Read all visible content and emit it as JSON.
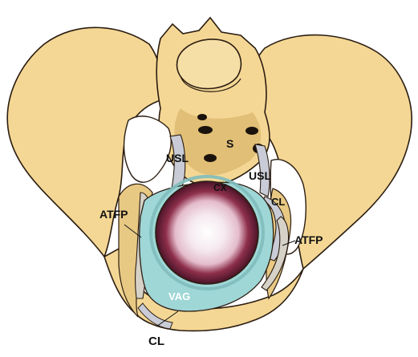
{
  "labels": {
    "sacrum": "S",
    "usl_left": "USL",
    "usl_right": "USL",
    "cervix": "CX",
    "cl_right": "CL",
    "cl_bottom": "CL",
    "atfp_left": "ATFP",
    "atfp_right": "ATFP",
    "vagina": "VAG"
  },
  "colors": {
    "bone": "#f4d794",
    "bone_shadow": "#d9b56a",
    "outline": "#2b1d12",
    "ligament": "#c9ccd6",
    "vagina": "#9fd6d6",
    "cervix_rim": "#4a1428",
    "cervix_inner": "#f2e4ec"
  }
}
